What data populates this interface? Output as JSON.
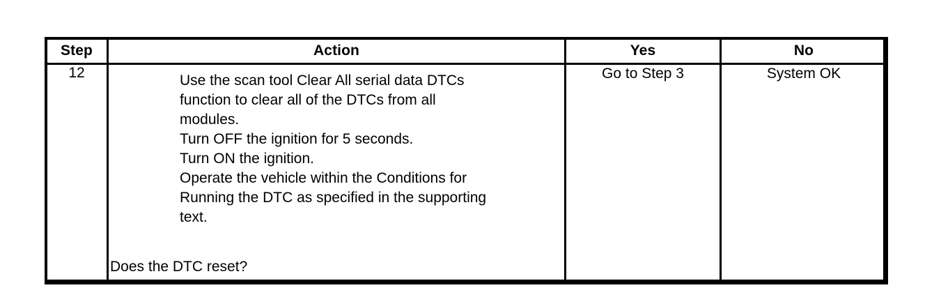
{
  "document": {
    "type": "diagnostic-step-table",
    "background_color": "#ffffff",
    "text_color": "#000000"
  },
  "table": {
    "headers": {
      "step": "Step",
      "action": "Action",
      "yes": "Yes",
      "no": "No"
    },
    "row": {
      "step_number": "12",
      "action_lines": [
        "Use the scan tool Clear All serial data DTCs",
        "function to clear all of the DTCs from all",
        "modules.",
        "Turn OFF the ignition for 5 seconds.",
        "Turn ON the ignition.",
        "Operate the vehicle within the Conditions for",
        "Running the DTC as specified in the supporting",
        "text."
      ],
      "question": "Does the DTC reset?",
      "yes_answer": "Go to Step 3",
      "no_answer": "System OK"
    }
  }
}
